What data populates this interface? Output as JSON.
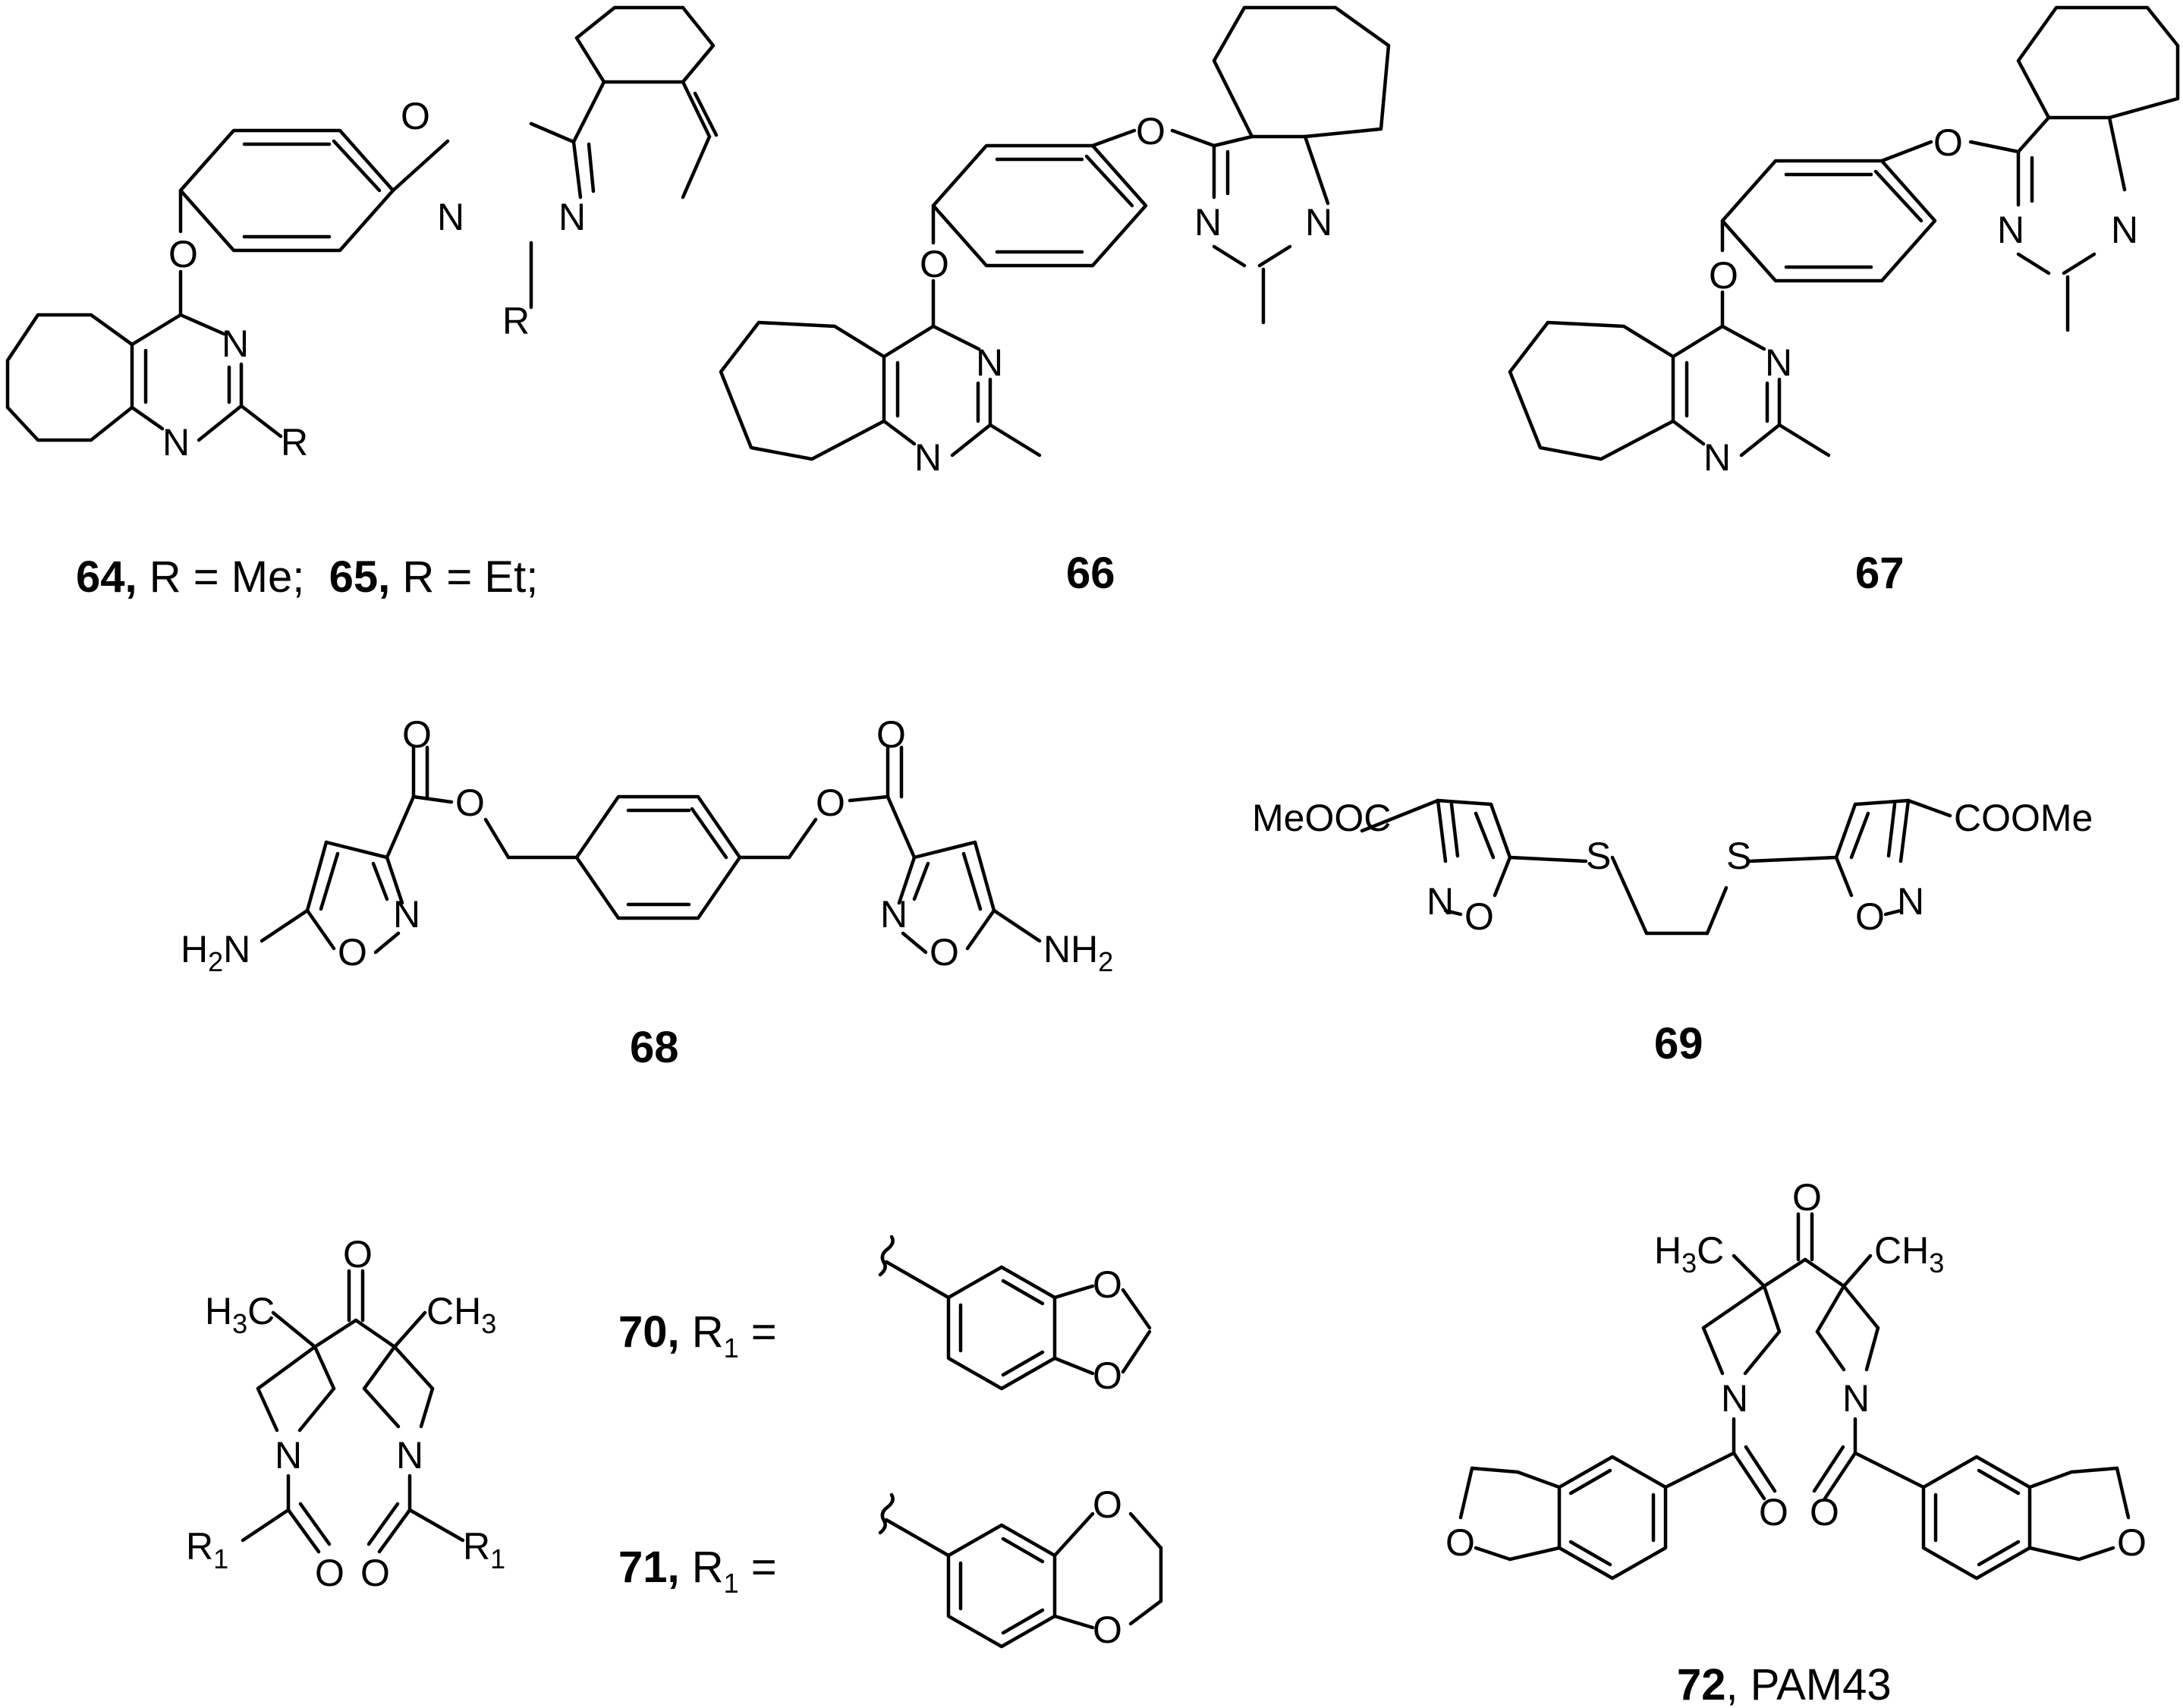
{
  "labels": {
    "c64_65": {
      "n1": "64,",
      "t1": " R = Me;  ",
      "n2": "65,",
      "t2": " R = Et;"
    },
    "c66": "66",
    "c67": "67",
    "c68": "68",
    "c69": "69",
    "c70": {
      "n": "70,",
      "r": " R",
      "s": "1",
      "e": " ="
    },
    "c71": {
      "n": "71,",
      "r": " R",
      "s": "1",
      "e": " ="
    },
    "c72": {
      "n": "72",
      "t": ", PAM43"
    }
  },
  "atoms": {
    "O": "O",
    "N": "N",
    "S": "S",
    "R": "R",
    "H": "H",
    "C": "C",
    "sub1": "1",
    "sub2": "2",
    "sub3": "3",
    "H2N": "H",
    "NH2": "NH",
    "MeOOC": "MeOOC",
    "COOMe": "COOMe",
    "H3C": "H",
    "CH3": "CH"
  }
}
